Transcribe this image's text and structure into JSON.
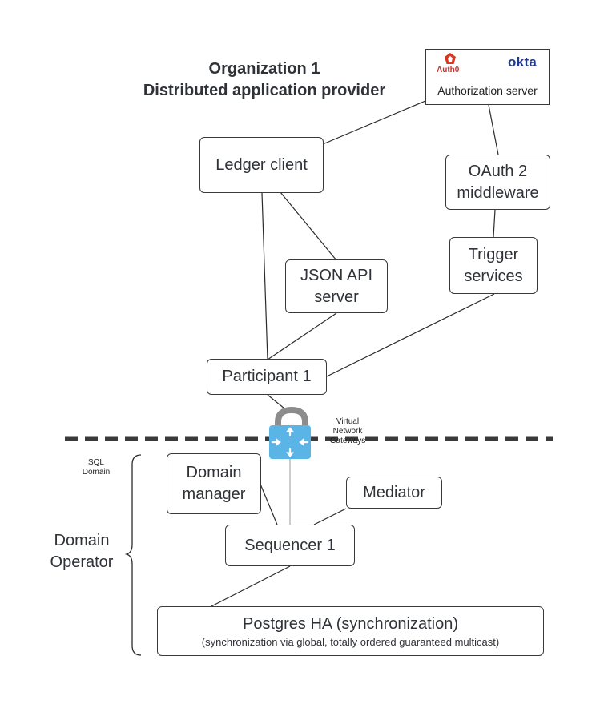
{
  "title": {
    "line1": "Organization 1",
    "line2": "Distributed application provider"
  },
  "auth_server": {
    "logo_left": "Auth0",
    "logo_right": "okta",
    "label": "Authorization server",
    "auth0_color": "#d9361e",
    "okta_color": "#1f3a8f"
  },
  "nodes": {
    "ledger_client": "Ledger client",
    "oauth_line1": "OAuth 2",
    "oauth_line2": "middleware",
    "json_line1": "JSON API",
    "json_line2": "server",
    "trigger_line1": "Trigger",
    "trigger_line2": "services",
    "participant": "Participant 1",
    "domain_manager_line1": "Domain",
    "domain_manager_line2": "manager",
    "mediator": "Mediator",
    "sequencer": "Sequencer 1",
    "postgres_title": "Postgres HA (synchronization)",
    "postgres_subtitle": "(synchronization via global, totally ordered guaranteed multicast)"
  },
  "gateway": {
    "label_line1": "Virtual",
    "label_line2": "Network",
    "label_line3": "Gateways",
    "icon": "vpn-gateway-lock-icon",
    "lock_color": "#8a8a8a",
    "body_color": "#5ab4e6"
  },
  "sql_domain": {
    "line1": "SQL",
    "line2": "Domain"
  },
  "domain_operator": {
    "line1": "Domain",
    "line2": "Operator"
  }
}
